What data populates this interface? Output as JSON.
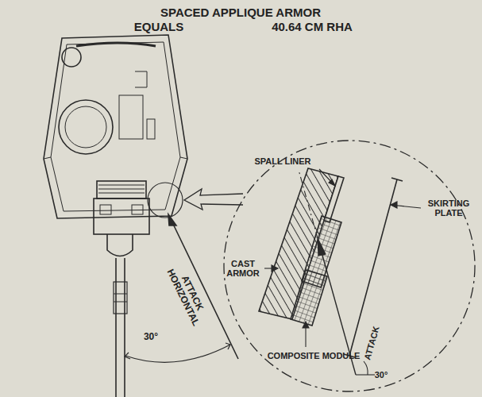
{
  "diagram": {
    "title": "SPACED APPLIQUE ARMOR",
    "labels": [
      "EQUALS",
      "40.64 CM RHA",
      "SPALL LINER",
      "SKIRTING PLATE",
      "CAST ARMOR",
      "30°",
      "ATTACK HORIZONTAL",
      "COMPOSITE MODULE",
      "ATTACK",
      "30°"
    ]
  }
}
